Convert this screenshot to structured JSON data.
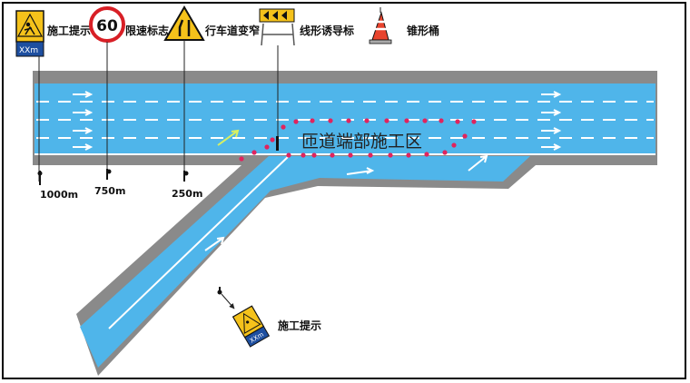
{
  "legend": {
    "items": [
      {
        "key": "construction",
        "label": "施工提示"
      },
      {
        "key": "speed",
        "label": "限速标志"
      },
      {
        "key": "narrow",
        "label": "行车道变窄"
      },
      {
        "key": "guide",
        "label": "线形诱导标"
      },
      {
        "key": "cone",
        "label": "锥形桶"
      }
    ]
  },
  "signs": {
    "speed_value": "60",
    "construction_plate": "XXm"
  },
  "distances": [
    "1000m",
    "750m",
    "250m"
  ],
  "work_zone_label": "匝道端部施工区",
  "ramp_sign_label": "施工提示",
  "colors": {
    "road_lane": "#4fb5ea",
    "road_edge": "#7a7a7a",
    "cone_dot": "#e0245e",
    "speed_ring": "#d81f26",
    "warning_yellow": "#f5c21b",
    "plate_blue": "#1e4fa0"
  }
}
